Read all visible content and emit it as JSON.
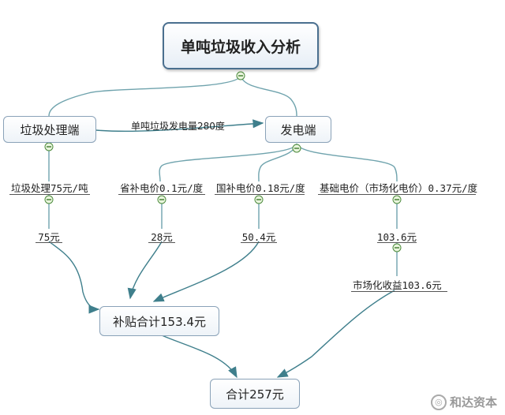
{
  "title": "单吨垃圾收入分析",
  "nodes": {
    "waste": "垃圾处理端",
    "power": "发电端",
    "subsidy": "补贴合计153.4元",
    "total": "合计257元"
  },
  "edge_label": "单吨垃圾发电量280度",
  "labels": {
    "fee": "垃圾处理75元/吨",
    "fee_value": "75元",
    "province": "省补电价0.1元/度",
    "province_value": "28元",
    "national": "国补电价0.18元/度",
    "national_value": "50.4元",
    "base": "基础电价（市场化电价）0.37元/度",
    "base_value": "103.6元",
    "market": "市场化收益103.6元"
  },
  "watermark": "和达资本"
}
